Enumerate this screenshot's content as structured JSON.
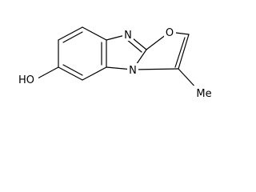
{
  "molecule": {
    "atoms": {
      "n_upper": "N",
      "o_ring": "O",
      "n_bridge": "N",
      "hydroxyl": "HO",
      "methyl": "Me"
    }
  },
  "colors": {
    "bond": "#000000",
    "background": "#ffffff"
  }
}
